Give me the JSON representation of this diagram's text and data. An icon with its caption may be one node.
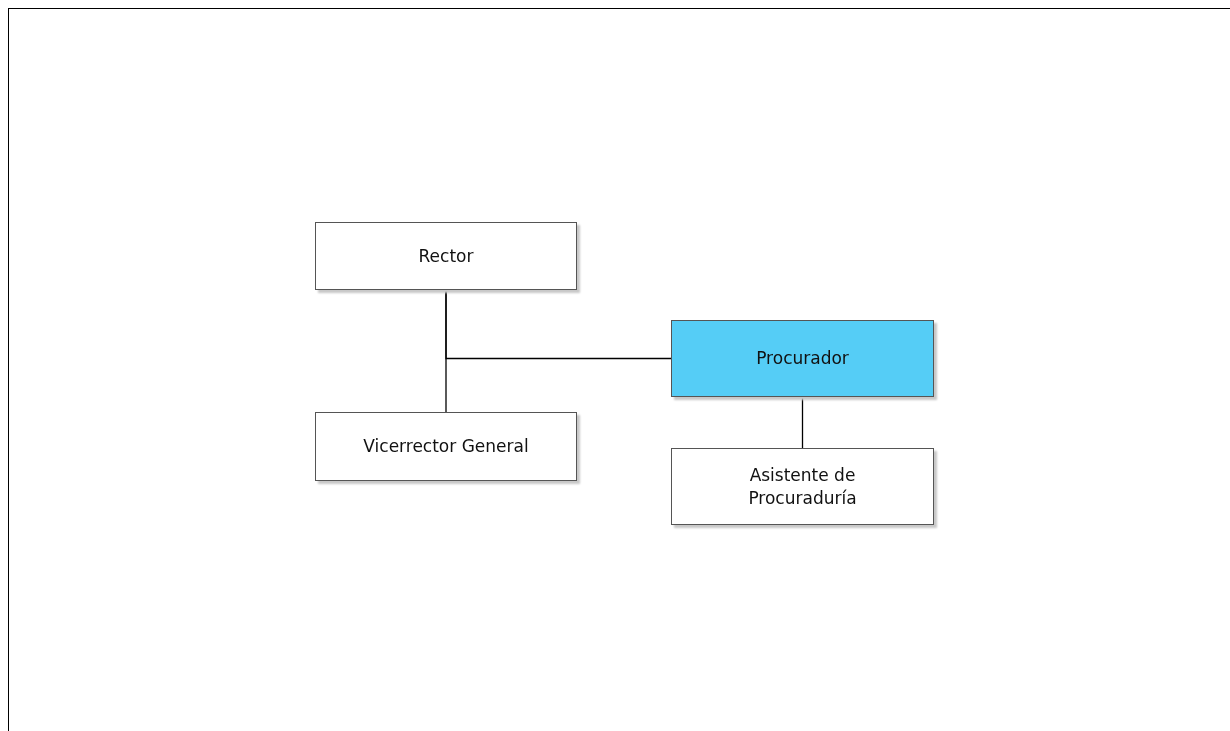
{
  "diagram": {
    "nodes": [
      {
        "text": [
          "Rector"
        ]
      },
      {
        "text": [
          "Vicerrector General"
        ]
      },
      {
        "text": [
          "Procurador"
        ]
      },
      {
        "text": [
          "Asistente de Procuraduría"
        ]
      }
    ],
    "edges": [
      {
        "from": 0,
        "to": 1,
        "arrow": "none"
      },
      {
        "from": 0,
        "to": 2,
        "arrow": "none"
      },
      {
        "from": 2,
        "to": 3,
        "arrow": "none"
      }
    ]
  }
}
